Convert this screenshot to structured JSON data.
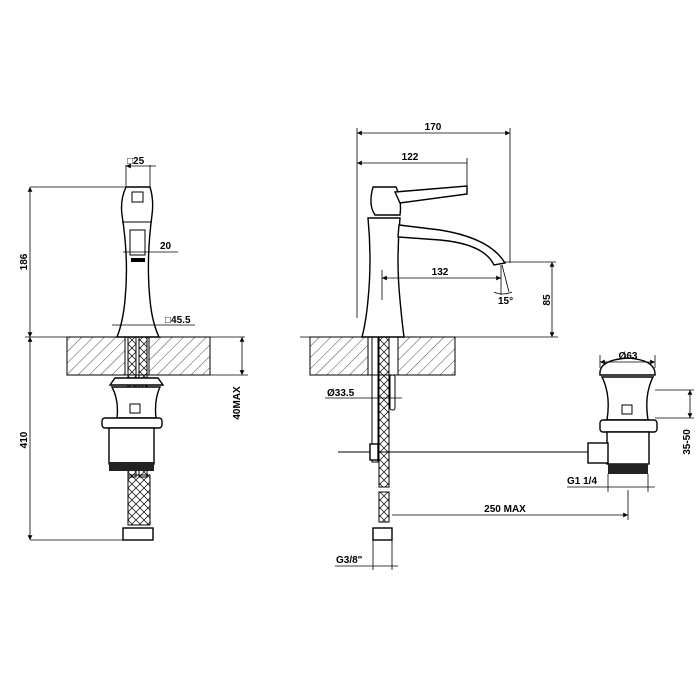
{
  "front_view": {
    "dim_handle_square": "□25",
    "dim_outlet": "20",
    "dim_base_square": "□45.5",
    "dim_height_above_deck": "186",
    "dim_height_below_deck": "410",
    "dim_deck_thickness": "40MAX"
  },
  "side_view": {
    "dim_overall_length": "170",
    "dim_lever_length": "122",
    "dim_spout_reach": "132",
    "dim_angle": "15°",
    "dim_spout_height": "85",
    "dim_shank_diameter": "Ø33.5",
    "dim_hose_thread": "G3/8\"",
    "dim_rod_length": "250 MAX"
  },
  "waste_view": {
    "dim_cap_diameter": "Ø63",
    "dim_range": "35-50",
    "dim_thread": "G1 1/4"
  }
}
